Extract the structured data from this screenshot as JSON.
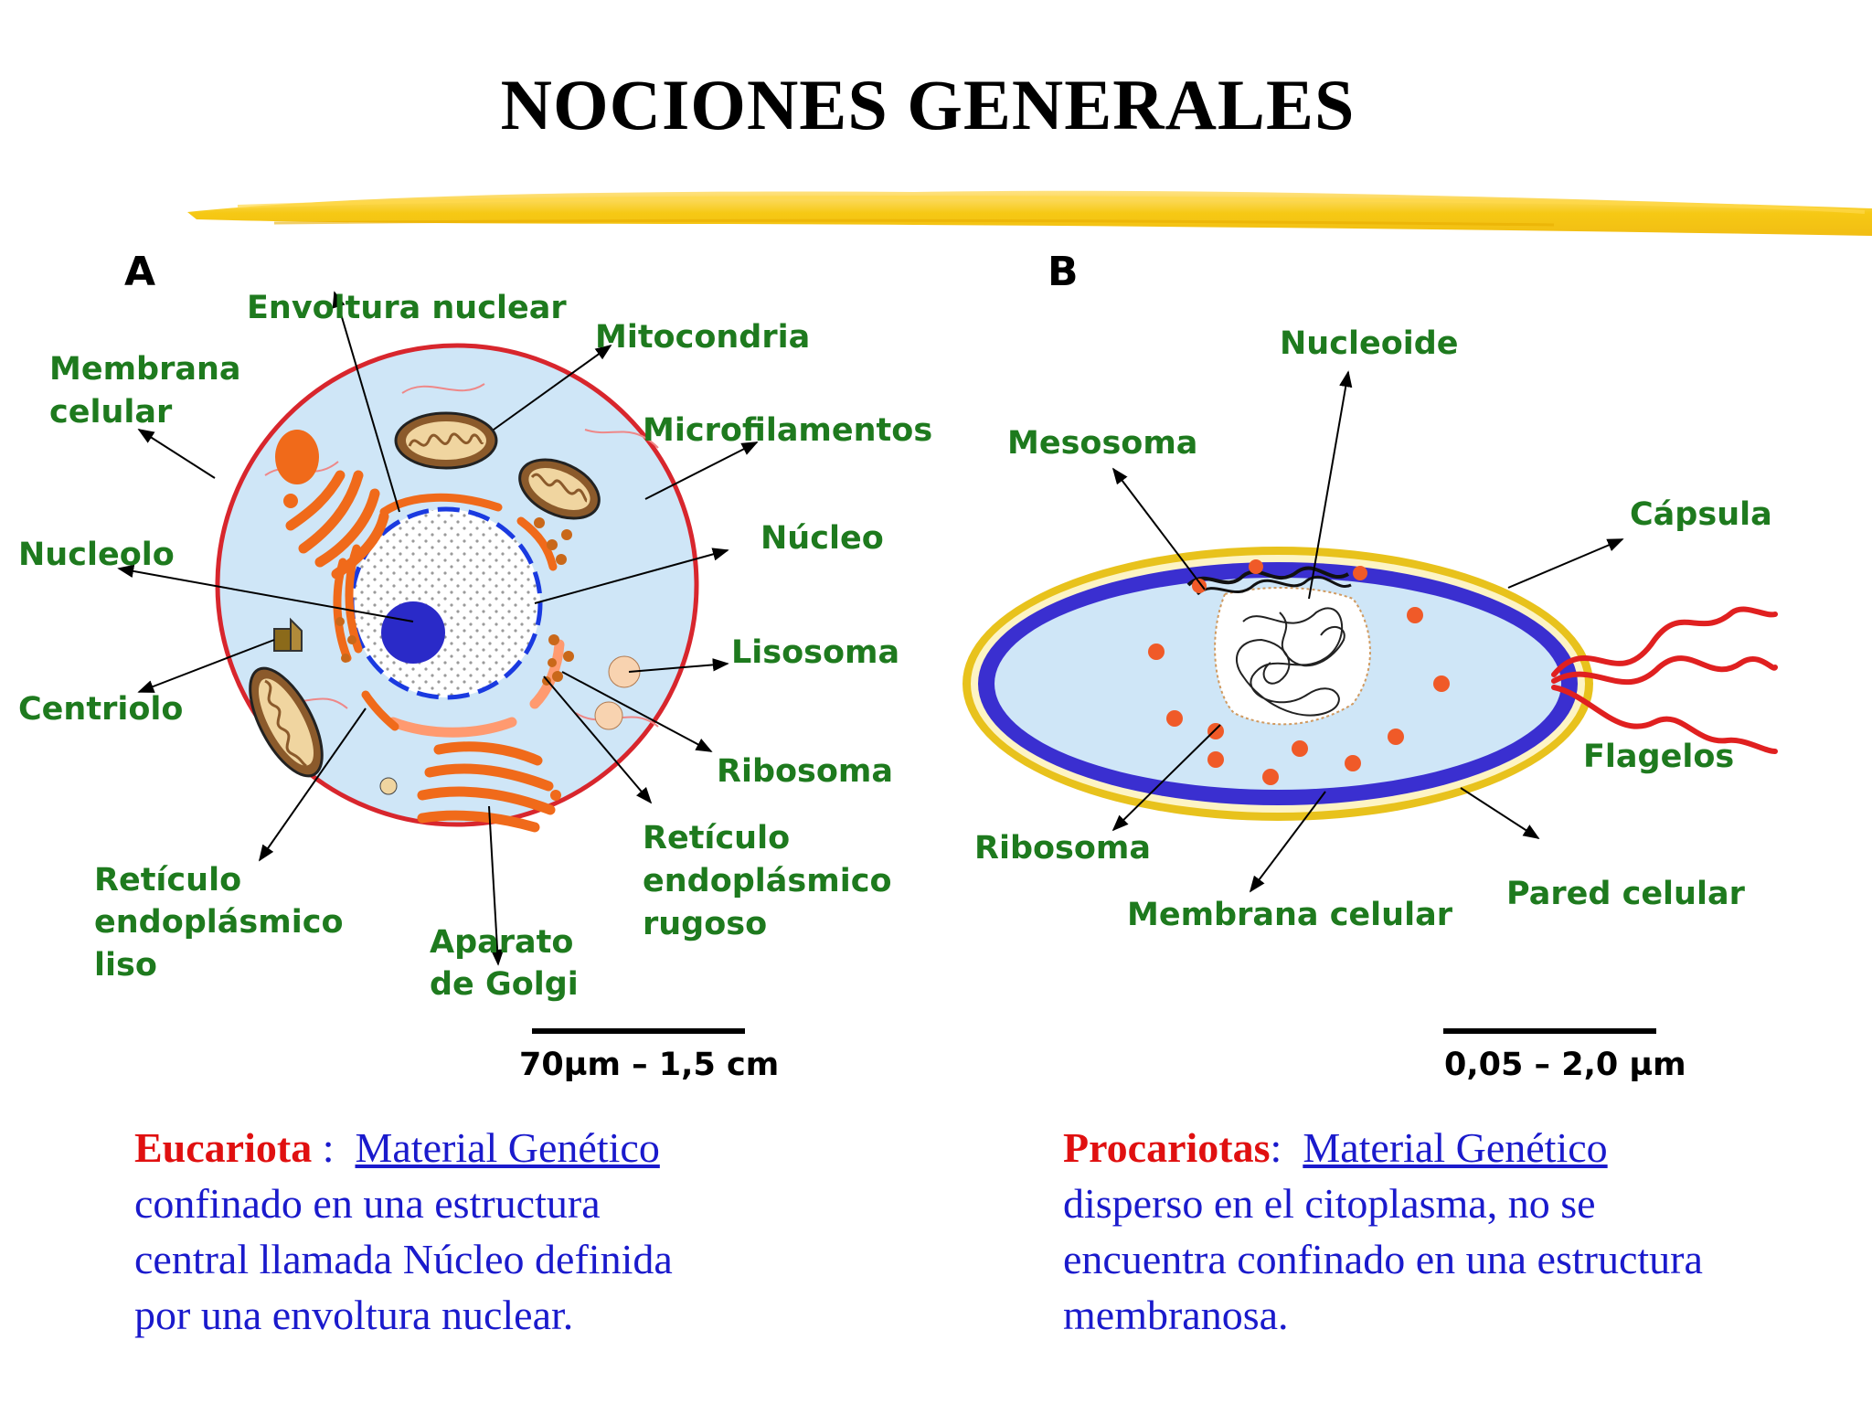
{
  "title": "NOCIONES GENERALES",
  "colors": {
    "label_green": "#1e7a1e",
    "brush_yellow": "#f5c400",
    "cell_fill": "#cfe6f7",
    "membrane_red": "#d8262d",
    "organelle_orange": "#f06a1a",
    "text_blue": "#1a1acc",
    "term_red": "#e01010",
    "capsule_yellow": "#e8c21c",
    "wall_blue": "#3a2fd0"
  },
  "panel_a": {
    "letter": "A",
    "labels": {
      "envoltura_nuclear": "Envoltura nuclear",
      "mitocondria": "Mitocondria",
      "membrana_celular_1": "Membrana",
      "membrana_celular_2": "celular",
      "microfilamentos": "Microfilamentos",
      "nucleo": "Núcleo",
      "nucleolo": "Nucleolo",
      "lisosoma": "Lisosoma",
      "centriolo": "Centriolo",
      "ribosoma": "Ribosoma",
      "rer_1": "Retículo",
      "rer_2": "endoplásmico",
      "rer_3": "rugoso",
      "rel_1": "Retículo",
      "rel_2": "endoplásmico",
      "rel_3": "liso",
      "golgi_1": "Aparato",
      "golgi_2": "de Golgi"
    },
    "scale": "70µm – 1,5 cm"
  },
  "panel_b": {
    "letter": "B",
    "labels": {
      "nucleoide": "Nucleoide",
      "mesosoma": "Mesosoma",
      "capsula": "Cápsula",
      "flagelos": "Flagelos",
      "ribosoma": "Ribosoma",
      "pared_celular": "Pared celular",
      "membrana_celular": "Membrana celular"
    },
    "scale": "0,05 – 2,0 µm"
  },
  "eucariota": {
    "term": "Eucariota",
    "sep": " :  ",
    "link": "Material Genético",
    "line1": "confinado en una estructura",
    "line2": "central llamada Núcleo definida",
    "line3": "por una envoltura nuclear."
  },
  "procariota": {
    "term": "Procariotas",
    "sep": ":  ",
    "link": "Material Genético",
    "line1": "disperso en el citoplasma, no se",
    "line2": "encuentra confinado en una estructura",
    "line3": "membranosa."
  }
}
